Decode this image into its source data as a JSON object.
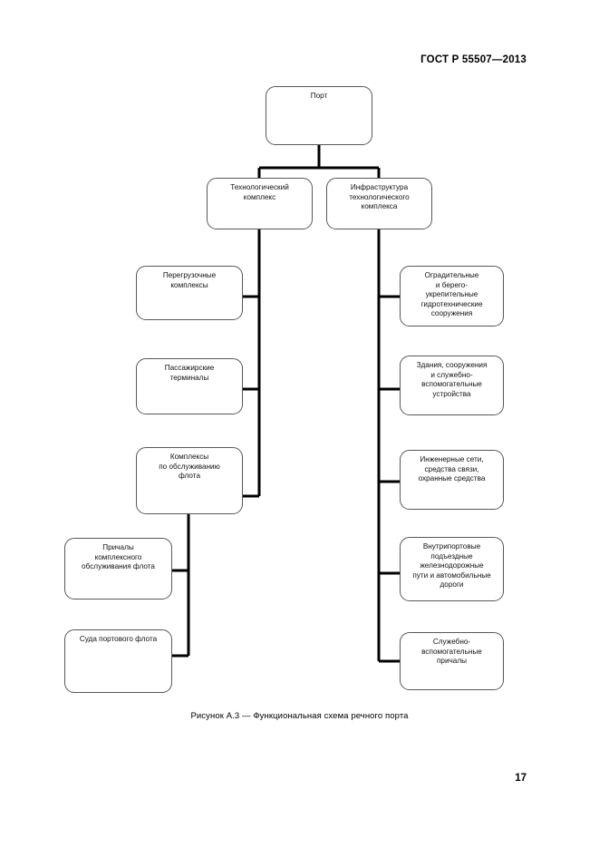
{
  "document": {
    "header": "ГОСТ Р 55507—2013",
    "page_number": "17",
    "figure_caption": "Рисунок А.3 — Функциональная схема речного порта"
  },
  "diagram": {
    "type": "tree",
    "line_color": "#000000",
    "box_border_color": "#55585c",
    "root": {
      "label": "Порт"
    },
    "level2": [
      {
        "label": "Технологический\nкомплекс"
      },
      {
        "label": "Инфраструктура\nтехнологического\nкомплекса"
      }
    ],
    "left_branch": [
      {
        "label": "Перегрузочные\nкомплексы"
      },
      {
        "label": "Пассажирские\nтерминалы"
      },
      {
        "label": "Комплексы\nпо обслуживанию\nфлота"
      }
    ],
    "left_subbranch": [
      {
        "label": "Причалы\nкомплексного\nобслуживания флота"
      },
      {
        "label": "Суда портового флота"
      }
    ],
    "right_branch": [
      {
        "label": "Оградительные\nи берего-\nукрепительные\nгидротехнические\nсооружения"
      },
      {
        "label": "Здания, сооружения\nи служебно-\nвспомогательные\nустройства"
      },
      {
        "label": "Инженерные сети,\nсредства связи,\nохранные средства"
      },
      {
        "label": "Внутрипортовые\nподъездные\nжелезнодорожные\nпути и автомобильные\nдороги"
      },
      {
        "label": "Служебно-\nвспомогательные\nпричалы"
      }
    ]
  }
}
